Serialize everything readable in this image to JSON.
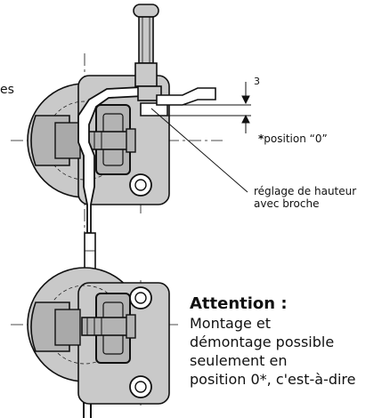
{
  "labels": {
    "cut_fragment": "es",
    "dimension": "3",
    "position_star": "*",
    "position": "position “0”",
    "height_line1": "réglage de hauteur",
    "height_line2": "avec broche"
  },
  "note": {
    "title": "Attention :",
    "body": "Montage et\ndémontage possible\nseulement en\nposition 0*, c'est-à-dire"
  },
  "colors": {
    "bracket_fill": "#c9c9c9",
    "part_fill": "#b3b3b3",
    "outline": "#111111"
  }
}
